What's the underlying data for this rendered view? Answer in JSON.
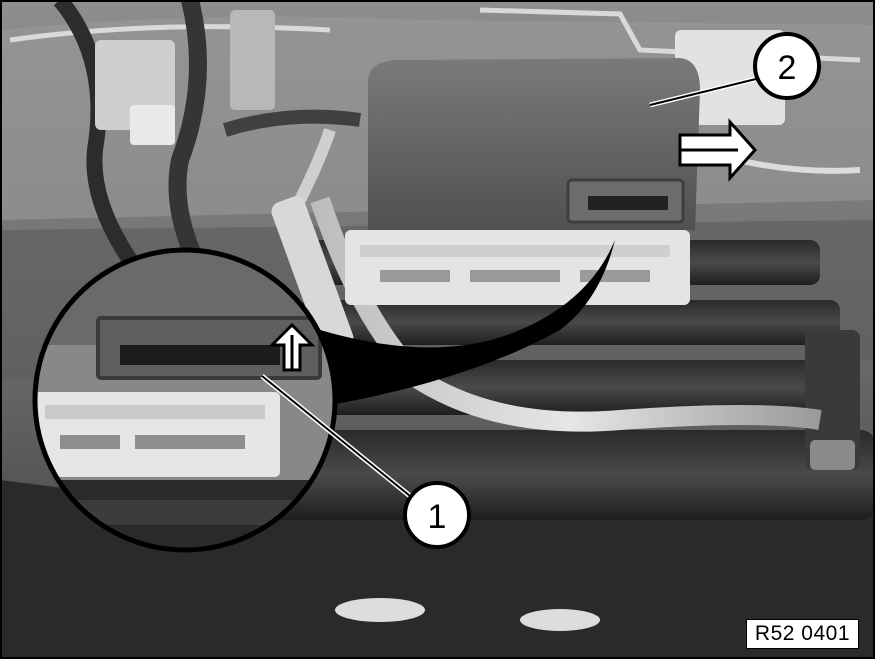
{
  "callouts": [
    {
      "number": "1"
    },
    {
      "number": "2"
    }
  ],
  "reference_code": "R52 0401"
}
